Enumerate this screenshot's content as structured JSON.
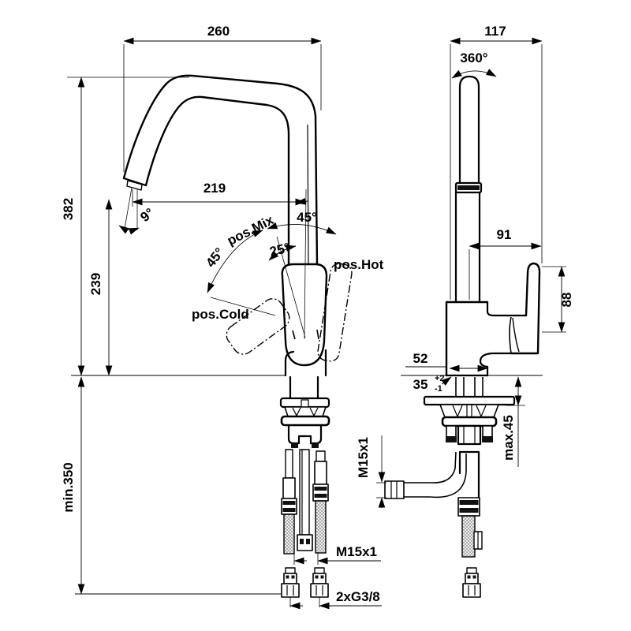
{
  "drawing": {
    "background": "#ffffff",
    "line_color": "#000000",
    "side_view": {
      "spout_reach": "260",
      "total_height": "382",
      "outlet_height": "239",
      "spout_projection": "219",
      "outlet_angle": "9°",
      "swing_left": "45°",
      "mix_angle": "25°",
      "swing_right": "45°",
      "pos_mix": "pos.Mix",
      "pos_hot": "pos.Hot",
      "pos_cold": "pos.Cold",
      "min_clearance": "min.350",
      "hose_thread": "M15x1",
      "supply_thread": "2xG3/8"
    },
    "front_view": {
      "overall_depth": "117",
      "swivel_range": "360°",
      "lever_reach": "91",
      "lever_height": "88",
      "base_width": "52",
      "hole_diameter": "35",
      "hole_tol_plus": "+2",
      "hole_tol_minus": "-1",
      "max_deck_thickness": "max.45",
      "hose_thread": "M15x1"
    }
  }
}
